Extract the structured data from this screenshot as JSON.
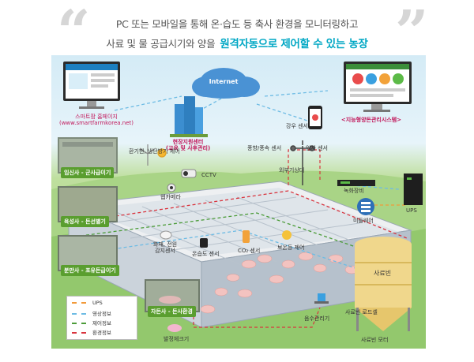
{
  "header": {
    "quote_open": "“",
    "quote_close": "”",
    "line1": "PC 또는 모바일을 통해 온·습도 등 축사 환경을 모니터링하고",
    "line2_prefix": "사료 및 물 공급시기와 양을",
    "line2_highlight": "원격자동으로 제어할 수 있는 농장"
  },
  "diagram": {
    "internet": "Internet",
    "homepage_title": "스마트팜 홈페이지",
    "homepage_url": "(www.smartfarmkorea.net)",
    "support_center_title": "현장지원센터",
    "support_center_sub": "(교육 및 사후관리)",
    "smart_system": "<지능형양돈관리시스템>",
    "rain_sensor": "강우 센서",
    "wind_sensor": "풍향/풍속 센서",
    "sun_sensor": "일사 센서",
    "weather_station": "외부기상대",
    "recorder": "녹화장비",
    "ups": "UPS",
    "middleware": "미들웨어",
    "fan_control": "환기팬, 냉난방기 제어",
    "cctv": "CCTV",
    "camera": "웹카메라",
    "fire_sensor_l1": "화재, 전원",
    "fire_sensor_l2": "감지센서",
    "temp_sensor": "온습도 센서",
    "co2_sensor": "CO₂ 센서",
    "heater_control": "보온등 제어",
    "feed_bin": "사료빈",
    "feed_loadcell": "사료빈 로드셀",
    "feed_motor": "사료빈 모터",
    "water_meter": "음수관리기",
    "estrus_check": "발정체크기",
    "zones": [
      "임신사 - 군사급이기",
      "육성사 - 돈선별기",
      "분만사 - 포유돈급이기",
      "자돈사 - 돈사환경"
    ]
  },
  "legend": [
    {
      "label": "UPS",
      "color": "#f29a3a"
    },
    {
      "label": "영상정보",
      "color": "#6dbbe4"
    },
    {
      "label": "제어정보",
      "color": "#4c9c3a"
    },
    {
      "label": "환경정보",
      "color": "#d9343e"
    }
  ]
}
